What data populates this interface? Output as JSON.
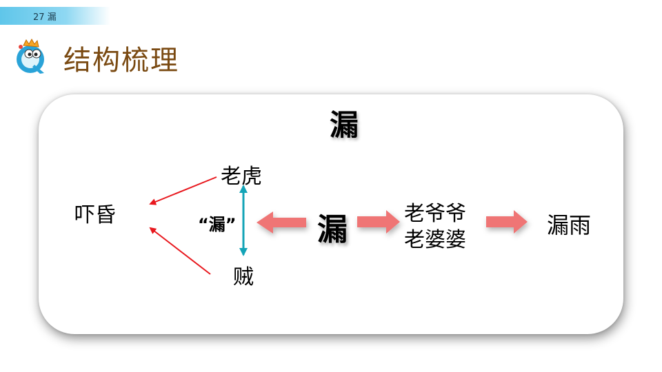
{
  "header": {
    "lesson_label": "27 漏"
  },
  "section": {
    "title": "结构梳理",
    "icon": "q-mascot-icon"
  },
  "diagram": {
    "title": "漏",
    "nodes": {
      "tiger": "老虎",
      "scared": "吓昏",
      "leak_quoted": "“漏”",
      "thief": "贼",
      "leak_center": "漏",
      "grandpa": "老爷爷",
      "grandma": "老婆婆",
      "leaky_rain": "漏雨"
    },
    "colors": {
      "red_arrow": "#e8181e",
      "teal_arrow": "#13a4b7",
      "pink_arrow": "#ef7474",
      "title_text": "#7a4a12"
    }
  }
}
